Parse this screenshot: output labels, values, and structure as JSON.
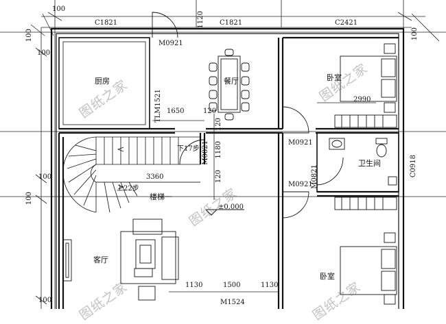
{
  "rooms": {
    "kitchen": "厨房",
    "dining": "餐厅",
    "bedroom_top": "卧室",
    "bathroom": "卫生间",
    "stair": "楼梯一",
    "living": "客厅",
    "bedroom_bottom": "卧室"
  },
  "doors_windows": {
    "c1821_left": "C1821",
    "c1821_mid": "C1821",
    "c2421": "C2421",
    "m0921_kitchen": "M0921",
    "tlm1521": "TLM1521",
    "m0821_stair": "M0821",
    "m0921_bed": "M0921",
    "m0921_bath": "M0921",
    "m0821_bath": "M0821",
    "c0918": "C0918",
    "m1524": "M1524"
  },
  "dimensions": {
    "d1650": "1650",
    "d120_a": "120",
    "d120_b": "120",
    "d120_c": "120",
    "d120_top": "1120",
    "d1180": "1180",
    "d3360": "3360",
    "d2990": "2990",
    "d1130_l": "1130",
    "d1500": "1500",
    "d1130_r": "1130",
    "d100_tl": "100",
    "d100_l1": "100",
    "d100_l2": "100",
    "d100_l3": "100",
    "d100_l4": "100",
    "d100_t2": "100",
    "d100_r": "100"
  },
  "stairs": {
    "down": "下17步",
    "up": "上22步"
  },
  "level": "±0.000",
  "watermark": "图纸之家"
}
